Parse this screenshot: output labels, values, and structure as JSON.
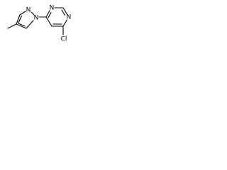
{
  "colors": {
    "background": "#ffffff",
    "bond": "#000000",
    "text": "#000000"
  },
  "atoms": {
    "pyrazole_n1": "N",
    "pyrazole_n2": "N",
    "pyrimidine_n_top": "N",
    "pyrimidine_n_right": "N",
    "chlorine": "Cl"
  }
}
